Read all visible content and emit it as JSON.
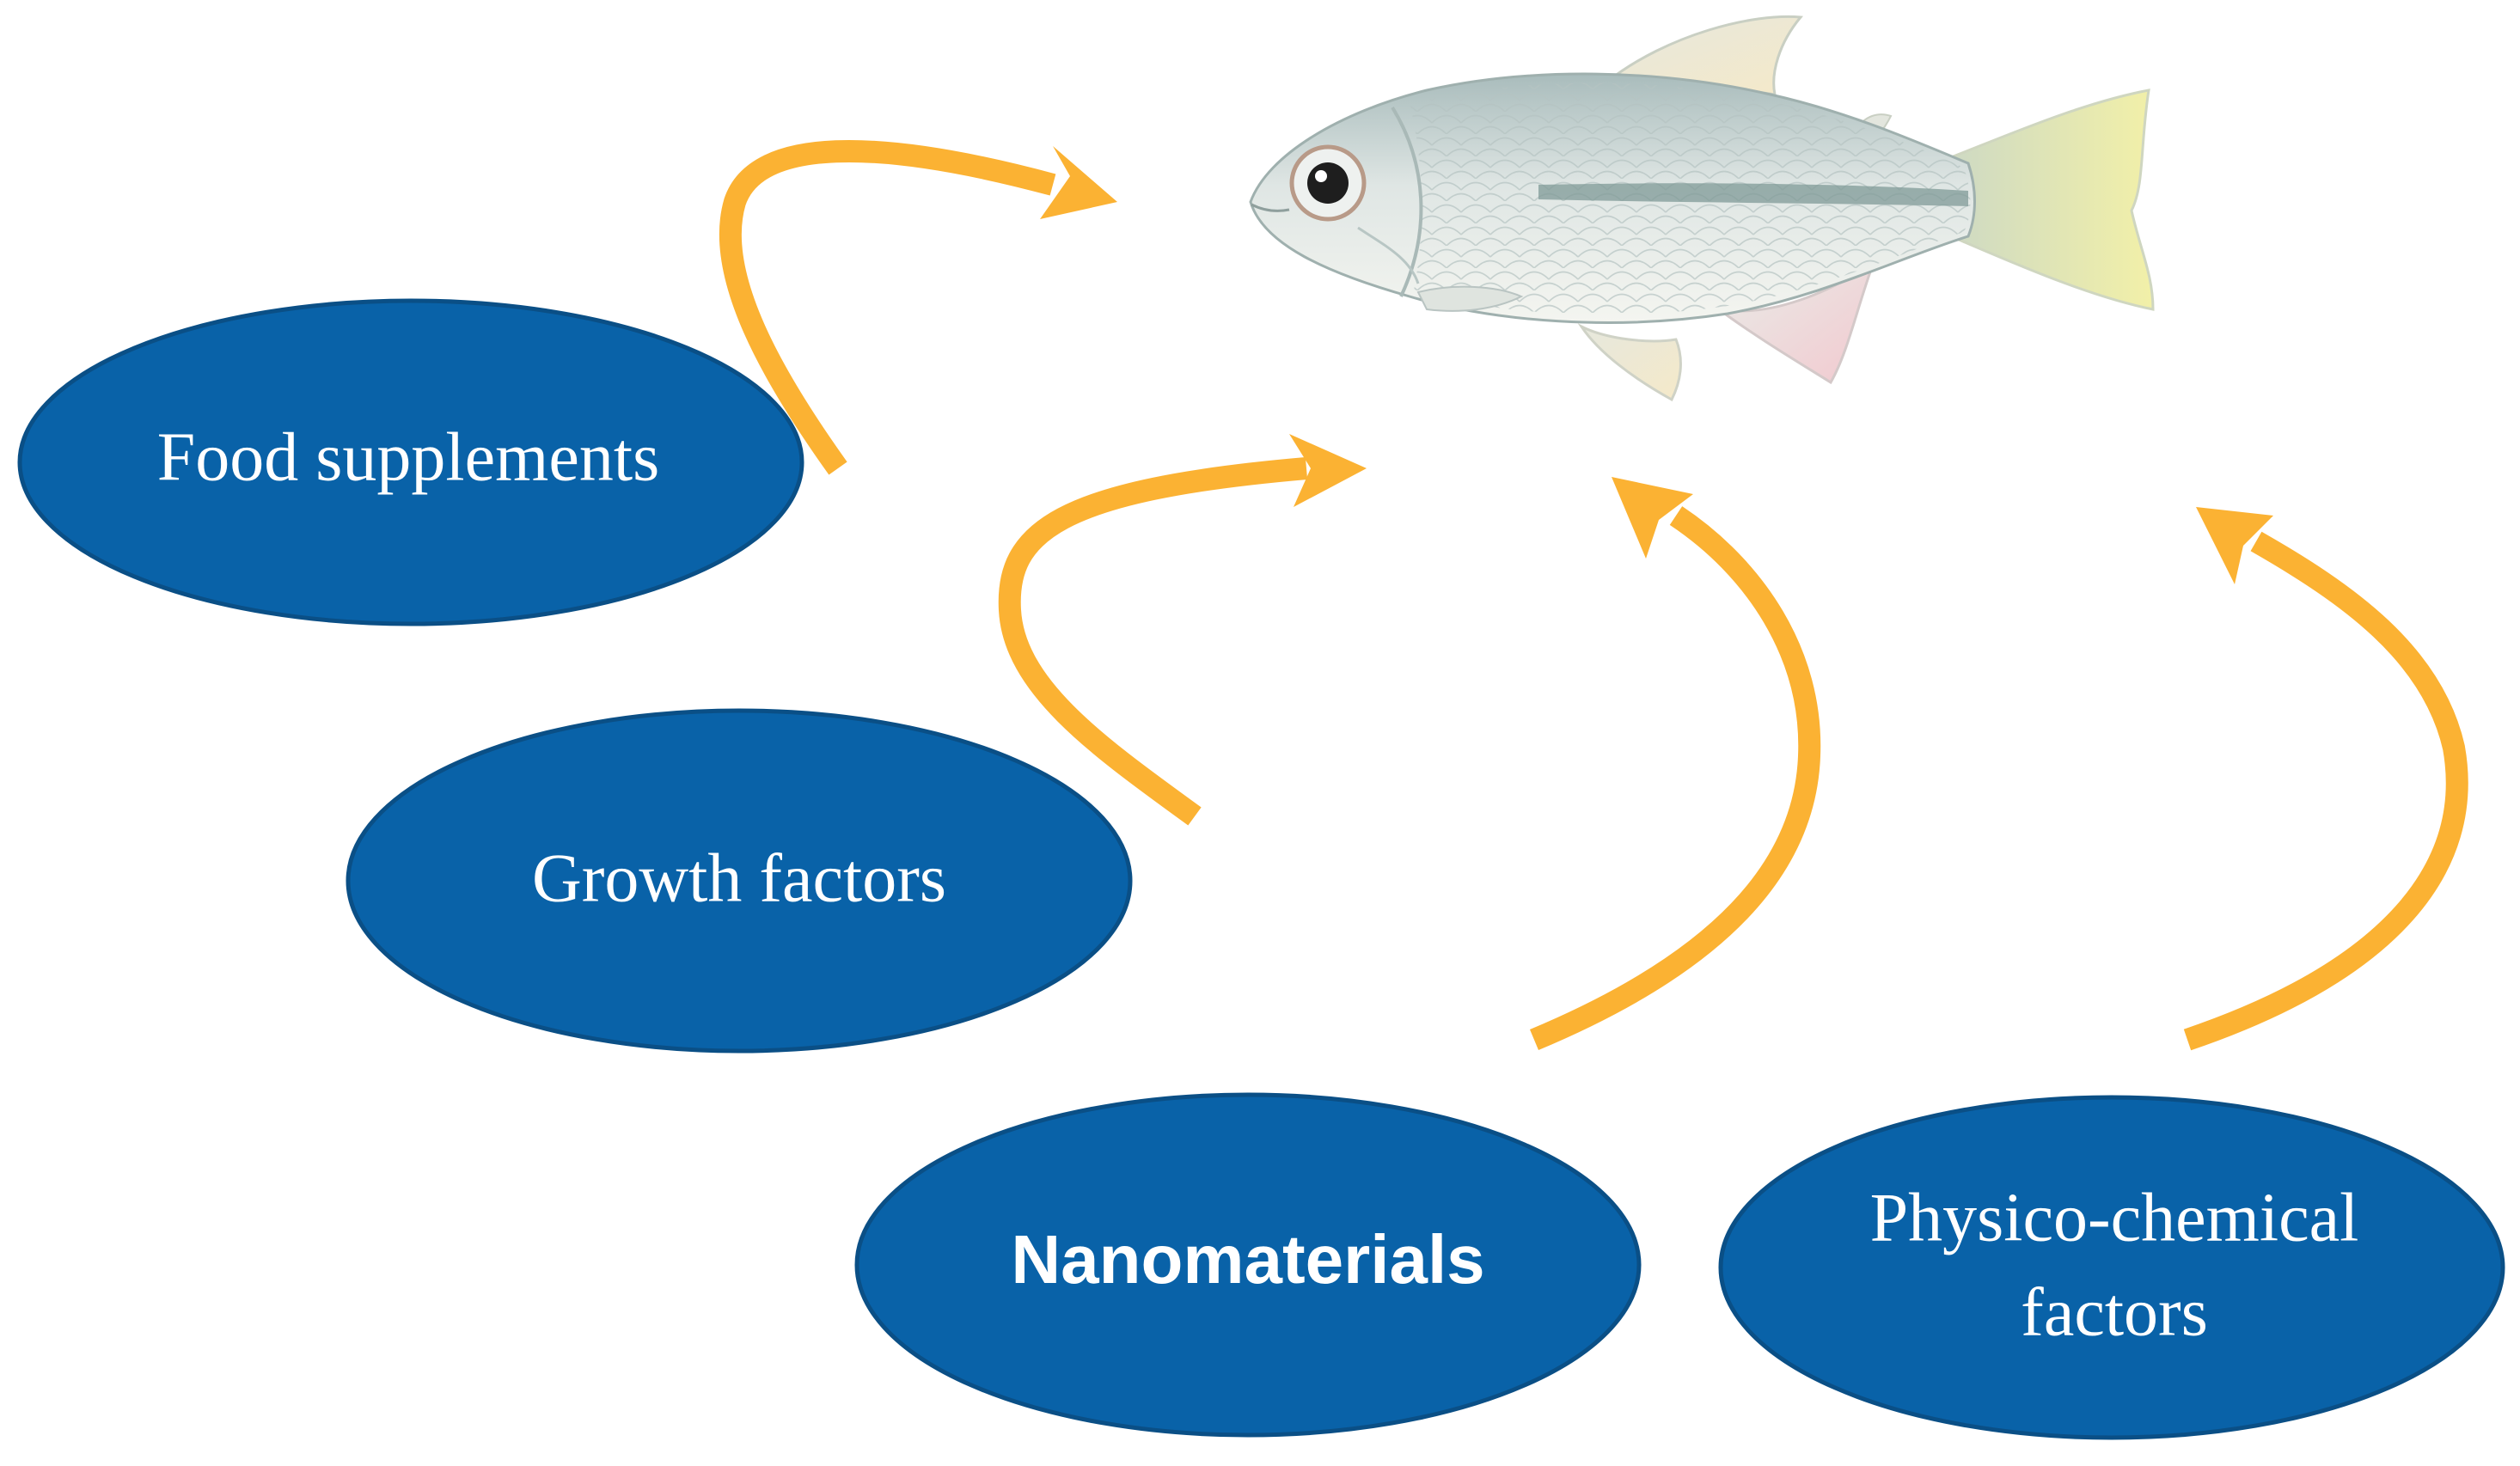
{
  "colors": {
    "node_fill": "#0962a8",
    "node_stroke": "#0a4f86",
    "arrow": "#fbb233",
    "label_text": "#ffffff"
  },
  "nodes": {
    "food_supplements": {
      "label": "Food supplements"
    },
    "growth_factors": {
      "label": "Growth factors"
    },
    "nanomaterials": {
      "label": "Nanomaterials"
    },
    "physico_chemical": {
      "label_line1": "Physico-chemical",
      "label_line2": "factors"
    }
  },
  "target": {
    "icon": "fish-icon"
  },
  "edges": [
    {
      "from": "food_supplements",
      "to": "fish"
    },
    {
      "from": "growth_factors",
      "to": "fish"
    },
    {
      "from": "nanomaterials",
      "to": "fish"
    },
    {
      "from": "physico_chemical",
      "to": "fish"
    }
  ]
}
